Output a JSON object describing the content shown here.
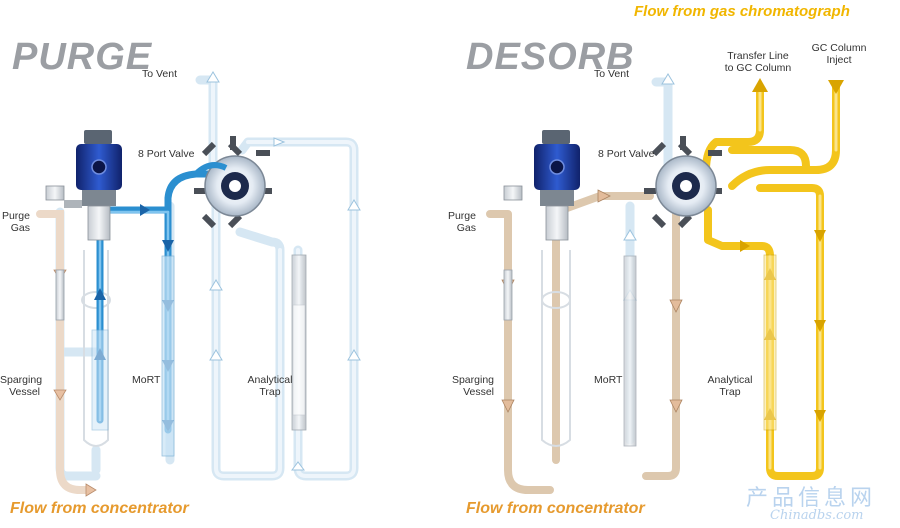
{
  "colors": {
    "purge_flow": "#2b8fd0",
    "pale_flow": "#cfe3f1",
    "tan_flow": "#d9c7ad",
    "yellow_flow": "#f3c51c",
    "title_gray": "#9b9ea3",
    "footer_orange": "#e69a2e",
    "gc_yellow": "#f1b600",
    "valve_blue": "#1f3a8a"
  },
  "purge": {
    "title": "PURGE",
    "to_vent": "To Vent",
    "valve": "8 Port Valve",
    "purge_gas": [
      "Purge",
      "Gas"
    ],
    "sparging_vessel": [
      "Sparging",
      "Vessel"
    ],
    "mort": "MoRT",
    "trap": [
      "Analytical",
      "Trap"
    ],
    "footer": "Flow from concentrator"
  },
  "desorb": {
    "title": "DESORB",
    "to_vent": "To Vent",
    "valve": "8 Port Valve",
    "purge_gas": [
      "Purge",
      "Gas"
    ],
    "sparging_vessel": [
      "Sparging",
      "Vessel"
    ],
    "mort": "MoRT",
    "trap": [
      "Analytical",
      "Trap"
    ],
    "transfer": [
      "Transfer Line",
      "to GC Column"
    ],
    "gc_inject": [
      "GC Column",
      "Inject"
    ],
    "footer": "Flow from concentrator",
    "gc_flow": "Flow from gas chromatograph"
  },
  "watermark": {
    "cn": "产品信息网",
    "url": "Chinadbs.com"
  }
}
